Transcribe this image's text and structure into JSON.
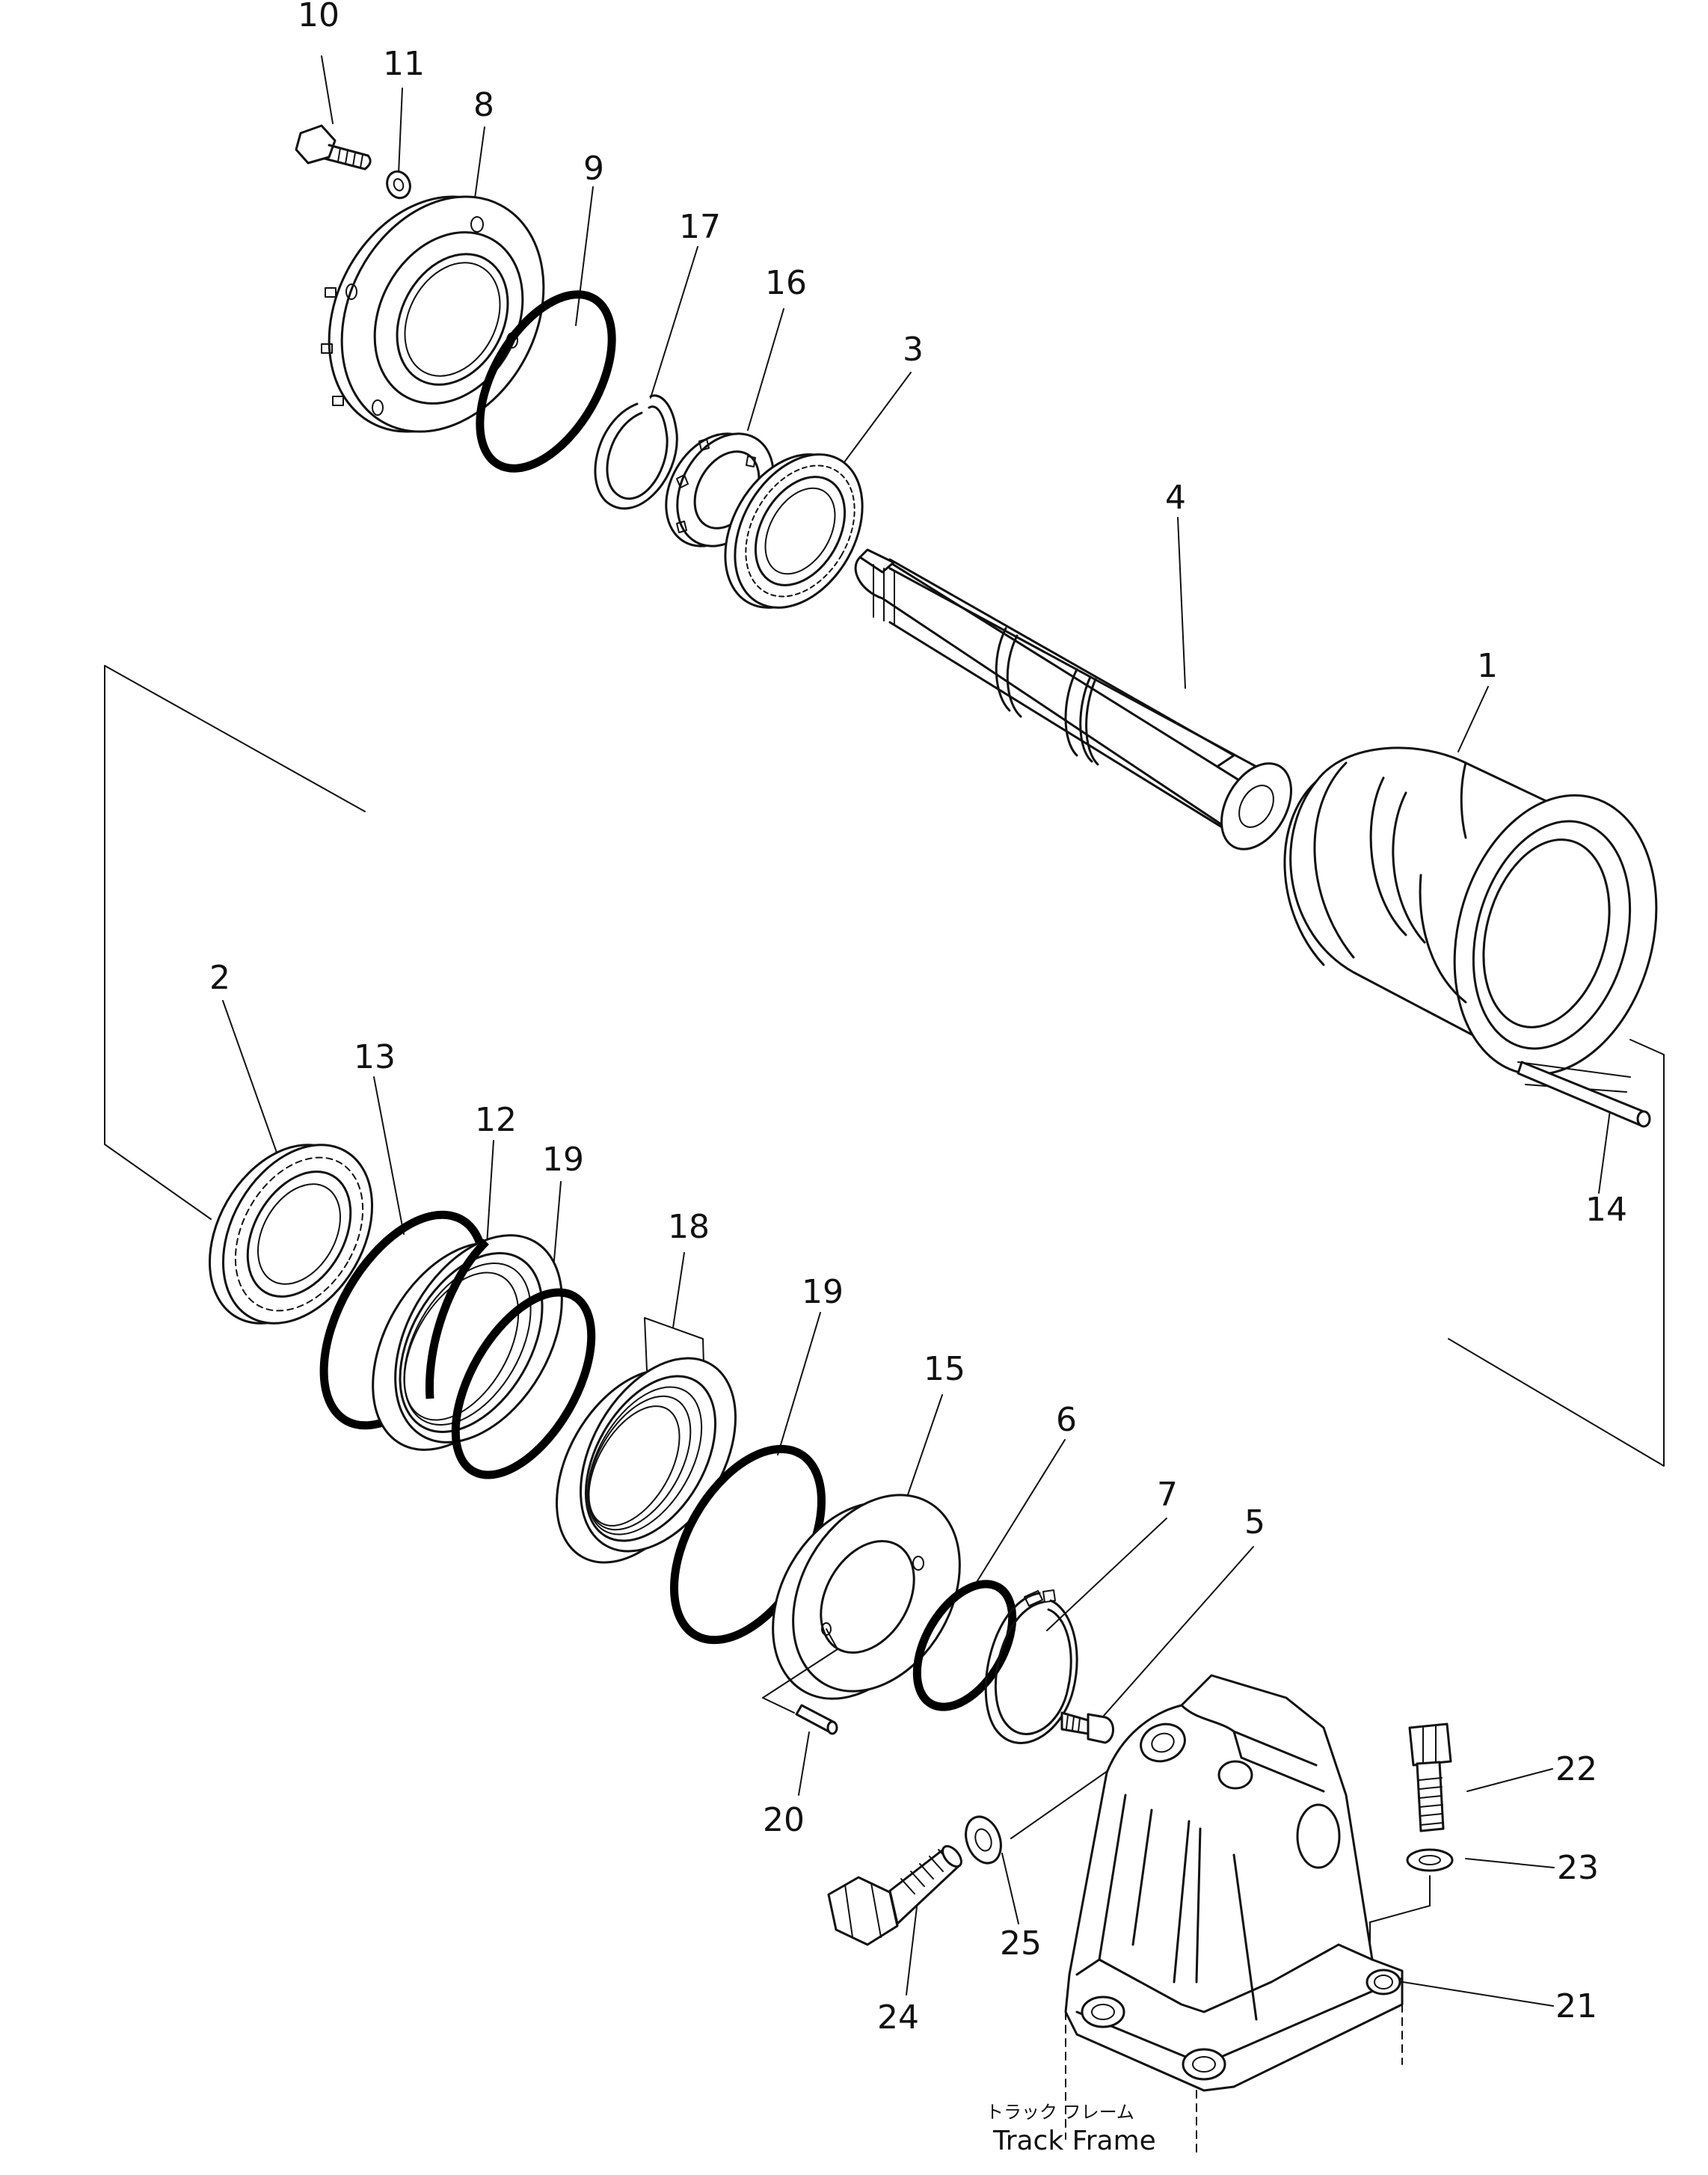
{
  "callouts": [
    {
      "id": "10",
      "text": "10"
    },
    {
      "id": "11",
      "text": "11"
    },
    {
      "id": "8",
      "text": "8"
    },
    {
      "id": "9",
      "text": "9"
    },
    {
      "id": "17",
      "text": "17"
    },
    {
      "id": "16",
      "text": "16"
    },
    {
      "id": "3",
      "text": "3"
    },
    {
      "id": "4",
      "text": "4"
    },
    {
      "id": "1",
      "text": "1"
    },
    {
      "id": "14",
      "text": "14"
    },
    {
      "id": "2",
      "text": "2"
    },
    {
      "id": "13",
      "text": "13"
    },
    {
      "id": "12",
      "text": "12"
    },
    {
      "id": "19a",
      "text": "19"
    },
    {
      "id": "18",
      "text": "18"
    },
    {
      "id": "19b",
      "text": "19"
    },
    {
      "id": "15",
      "text": "15"
    },
    {
      "id": "6",
      "text": "6"
    },
    {
      "id": "7",
      "text": "7"
    },
    {
      "id": "5",
      "text": "5"
    },
    {
      "id": "20",
      "text": "20"
    },
    {
      "id": "22",
      "text": "22"
    },
    {
      "id": "23",
      "text": "23"
    },
    {
      "id": "25",
      "text": "25"
    },
    {
      "id": "24",
      "text": "24"
    },
    {
      "id": "21",
      "text": "21"
    }
  ],
  "caption": {
    "japanese": "トラック フレーム",
    "english": "Track Frame"
  }
}
